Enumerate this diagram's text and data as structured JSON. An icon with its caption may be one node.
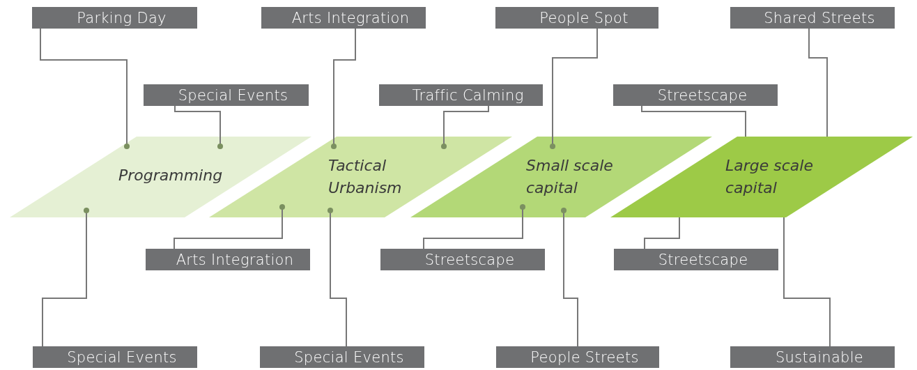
{
  "diagram": {
    "nodes": [
      {
        "text": [
          "Parking Day"
        ]
      },
      {
        "text": [
          "Arts Integration"
        ]
      },
      {
        "text": [
          "People Spot"
        ]
      },
      {
        "text": [
          "Shared Streets"
        ]
      },
      {
        "text": [
          "Special Events"
        ]
      },
      {
        "text": [
          "Traffic Calming"
        ]
      },
      {
        "text": [
          "Streetscape"
        ]
      },
      {
        "text": [
          "Programming"
        ]
      },
      {
        "text": [
          "Tactical Urbanism"
        ]
      },
      {
        "text": [
          "Small scale capital"
        ]
      },
      {
        "text": [
          "Large scale capital"
        ]
      },
      {
        "text": [
          "Arts Integration"
        ]
      },
      {
        "text": [
          "Streetscape"
        ]
      },
      {
        "text": [
          "Streetscape"
        ]
      },
      {
        "text": [
          "Special Events"
        ]
      },
      {
        "text": [
          "Special Events"
        ]
      },
      {
        "text": [
          "People Streets"
        ]
      },
      {
        "text": [
          "Sustainable"
        ]
      }
    ],
    "edges": [
      {
        "from": 0,
        "to": 7,
        "arrow": "other"
      },
      {
        "from": 4,
        "to": 7,
        "arrow": "other"
      },
      {
        "from": 1,
        "to": 8,
        "arrow": "other"
      },
      {
        "from": 5,
        "to": 8,
        "arrow": "other"
      },
      {
        "from": 2,
        "to": 9,
        "arrow": "other"
      },
      {
        "from": 6,
        "to": 10,
        "arrow": "none"
      },
      {
        "from": 3,
        "to": 10,
        "arrow": "none"
      },
      {
        "from": 14,
        "to": 7,
        "arrow": "other"
      },
      {
        "from": 11,
        "to": 8,
        "arrow": "other"
      },
      {
        "from": 15,
        "to": 8,
        "arrow": "other"
      },
      {
        "from": 12,
        "to": 9,
        "arrow": "other"
      },
      {
        "from": 16,
        "to": 9,
        "arrow": "other"
      },
      {
        "from": 13,
        "to": 10,
        "arrow": "none"
      },
      {
        "from": 17,
        "to": 10,
        "arrow": "none"
      }
    ]
  }
}
